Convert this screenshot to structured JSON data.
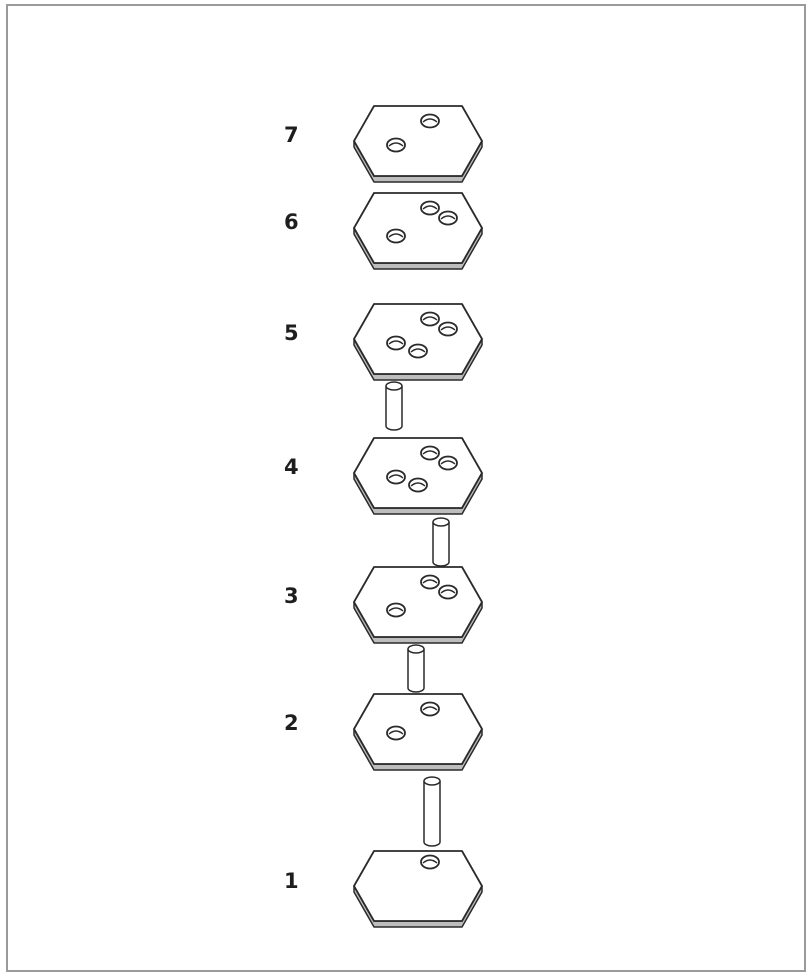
{
  "diagram": {
    "layers": [
      {
        "label": "7",
        "holes": 2
      },
      {
        "label": "6",
        "holes": 3
      },
      {
        "label": "5",
        "holes": 4
      },
      {
        "label": "4",
        "holes": 4
      },
      {
        "label": "3",
        "holes": 3
      },
      {
        "label": "2",
        "holes": 2
      },
      {
        "label": "1",
        "holes": 1
      }
    ],
    "pegs": 4,
    "colors": {
      "line": "#2a2a2a",
      "plate_edge": "#bdbdbd",
      "background": "#ffffff",
      "frame": "#9a9a9a"
    }
  }
}
